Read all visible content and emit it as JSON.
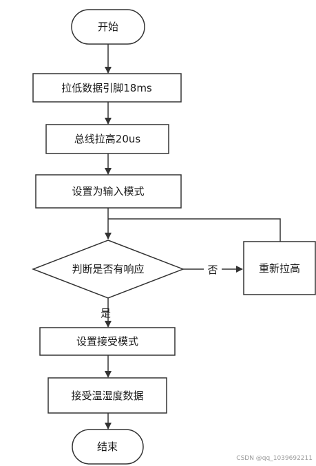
{
  "flowchart": {
    "start": "开始",
    "step_pull_low": "拉低数据引脚18ms",
    "step_bus_high": "总线拉高20us",
    "step_input_mode": "设置为输入模式",
    "decision": "判断是否有响应",
    "retry": "重新拉高",
    "step_receive_mode": "设置接受模式",
    "step_receive_data": "接受温湿度数据",
    "end": "结束",
    "label_no": "否",
    "label_yes": "是"
  },
  "watermark": "CSDN @qq_1039692211"
}
